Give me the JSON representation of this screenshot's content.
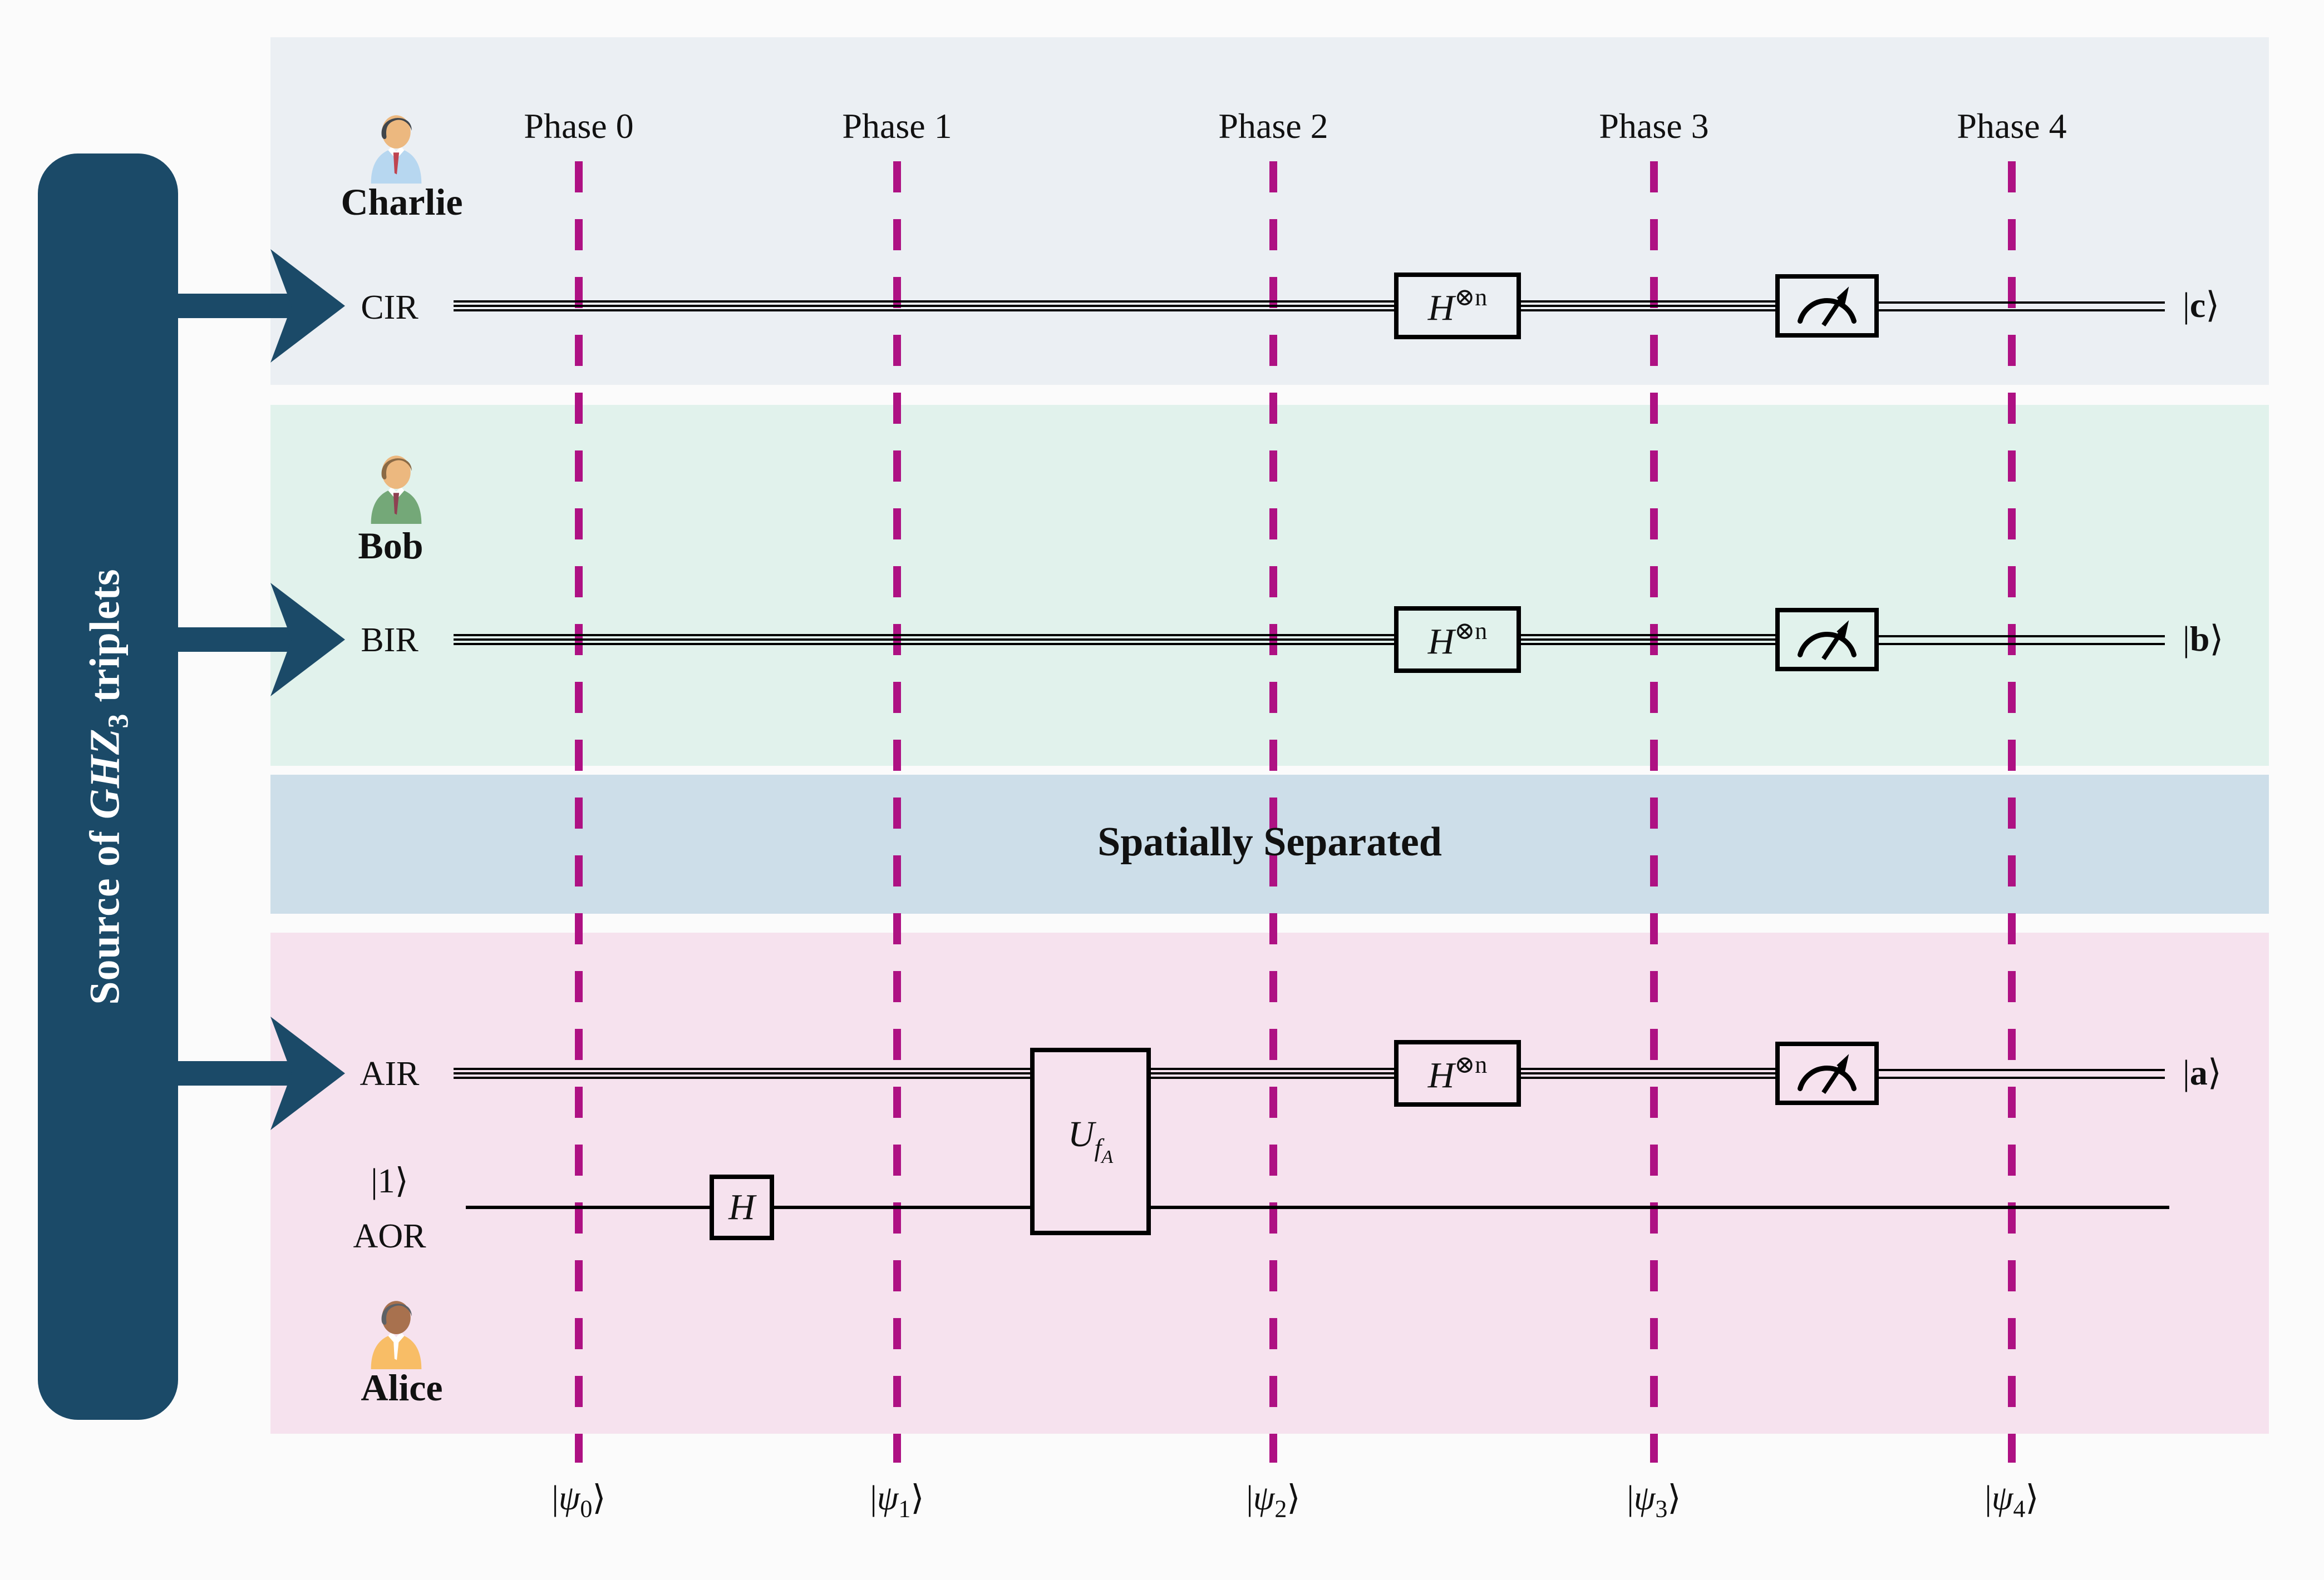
{
  "source": {
    "prefix": "Source of ",
    "math": "GHZ",
    "sub": "3",
    "suffix": " triplets"
  },
  "separator": {
    "label": "Spatially Separated"
  },
  "phases": [
    {
      "label": "Phase 0",
      "state_pre": "|",
      "state_psi": "ψ",
      "state_sub": "0",
      "state_post": "⟩"
    },
    {
      "label": "Phase 1",
      "state_pre": "|",
      "state_psi": "ψ",
      "state_sub": "1",
      "state_post": "⟩"
    },
    {
      "label": "Phase 2",
      "state_pre": "|",
      "state_psi": "ψ",
      "state_sub": "2",
      "state_post": "⟩"
    },
    {
      "label": "Phase 3",
      "state_pre": "|",
      "state_psi": "ψ",
      "state_sub": "3",
      "state_post": "⟩"
    },
    {
      "label": "Phase 4",
      "state_pre": "|",
      "state_psi": "ψ",
      "state_sub": "4",
      "state_post": "⟩"
    }
  ],
  "parties": {
    "charlie": {
      "name": "Charlie",
      "register": "CIR",
      "output_pre": "|",
      "output_letter": "c",
      "output_post": "⟩"
    },
    "bob": {
      "name": "Bob",
      "register": "BIR",
      "output_pre": "|",
      "output_letter": "b",
      "output_post": "⟩"
    },
    "alice": {
      "name": "Alice",
      "register": "AIR",
      "ancilla_state": "|1⟩",
      "ancilla_register": "AOR",
      "output_pre": "|",
      "output_letter": "a",
      "output_post": "⟩"
    }
  },
  "gates": {
    "hadamard_n": {
      "base": "H",
      "sup": "⊗n"
    },
    "hadamard": {
      "base": "H"
    },
    "oracle": {
      "base": "U",
      "sub": "f",
      "subsub": "A"
    },
    "meter_icon": "measurement-meter"
  },
  "colors": {
    "bg": "#fbfbfb",
    "navy": "#1b4a68",
    "dash": "#ae1183",
    "band_charlie": "#ebeff3",
    "band_bob": "#e1f2ec",
    "band_separator": "#cddee9",
    "band_alice": "#f6e2ee",
    "charlie_hair": "#41464b",
    "charlie_skin": "#ecb87f",
    "charlie_body": "#b7d7f0",
    "charlie_tie": "#bf4450",
    "bob_hair": "#8b6a45",
    "bob_skin": "#ecb87f",
    "bob_body": "#74a878",
    "bob_tie": "#8e4152",
    "alice_hair": "#5d6166",
    "alice_skin": "#a8714e",
    "alice_body": "#f8bd66",
    "alice_tie": "#ffffff"
  }
}
